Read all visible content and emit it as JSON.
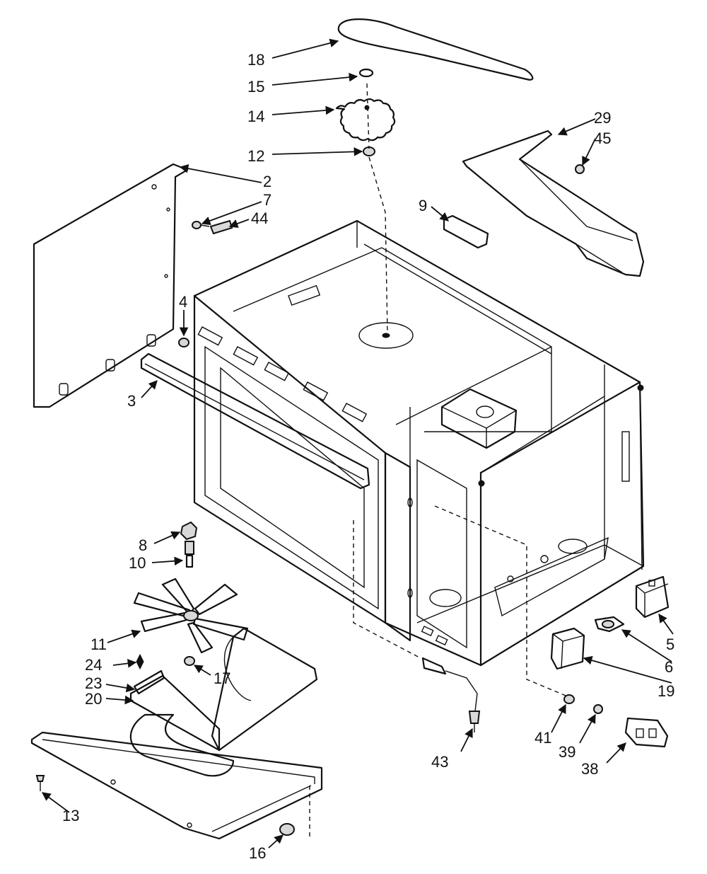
{
  "callouts": {
    "p18": "18",
    "p15": "15",
    "p14": "14",
    "p12": "12",
    "p29": "29",
    "p45": "45",
    "p2": "2",
    "p7": "7",
    "p44": "44",
    "p9": "9",
    "p4": "4",
    "p3": "3",
    "p8": "8",
    "p10": "10",
    "p11": "11",
    "p24": "24",
    "p17": "17",
    "p23": "23",
    "p20": "20",
    "p13": "13",
    "p16": "16",
    "p43": "43",
    "p5": "5",
    "p6": "6",
    "p19": "19",
    "p41": "41",
    "p39": "39",
    "p38": "38"
  }
}
